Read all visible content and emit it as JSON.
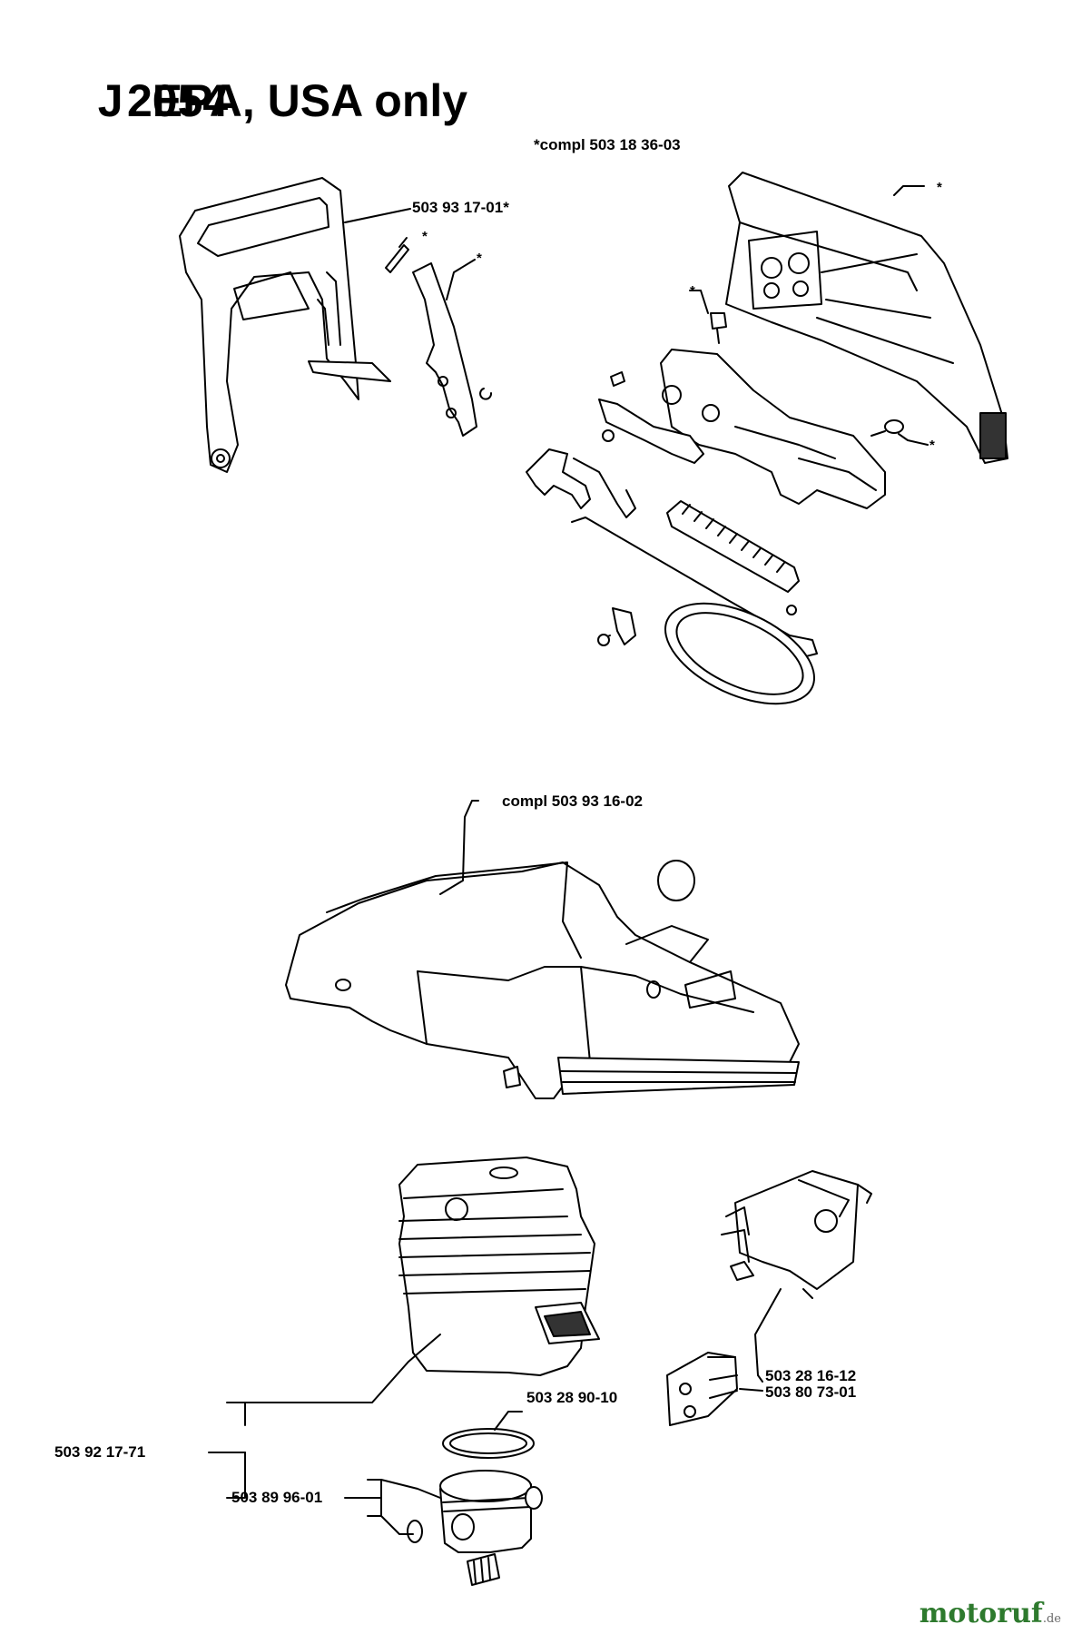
{
  "header": {
    "section": "J",
    "title_line1": "EPA, USA only",
    "title_line2": "2054"
  },
  "labels": {
    "compl_cover": "*compl 503 18 36-03",
    "hand_guard": "503 93 17-01*",
    "asterisk": "*",
    "compl_cyl_cover": "compl 503 93 16-02",
    "piston_ring": "503 28 90-10",
    "carburetor": "503 28 16-12",
    "intake": "503 80 73-01",
    "cylinder_kit": "503 92 17-71",
    "piston_kit": "503 89 96-01"
  },
  "watermark": {
    "main": "motoruf",
    "suffix": ".de"
  }
}
